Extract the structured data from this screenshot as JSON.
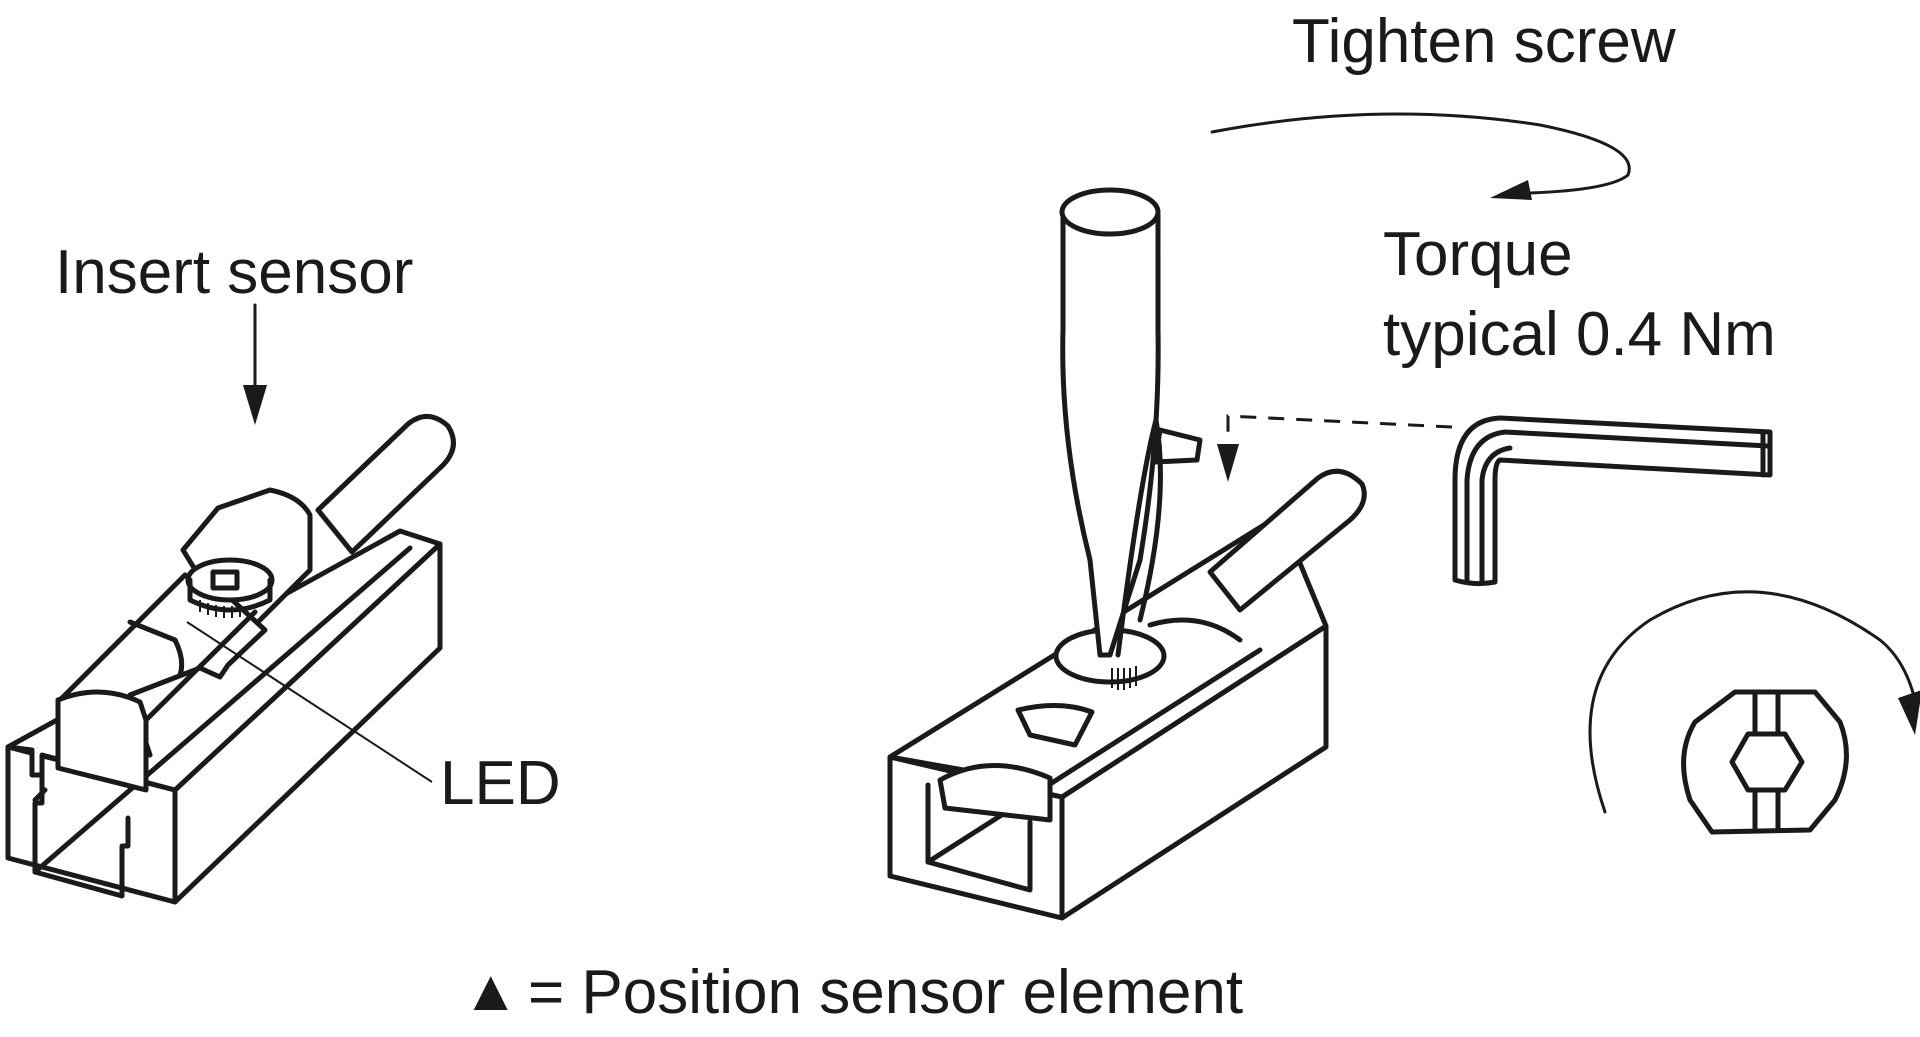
{
  "diagram": {
    "title": "Sensor installation instructions",
    "step1": {
      "label": "Insert sensor",
      "callout": "LED"
    },
    "step2": {
      "label": "Tighten screw",
      "torque_line1": "Torque",
      "torque_line2": "typical 0.4 Nm"
    },
    "legend": {
      "symbol": "▲",
      "text": "= Position sensor element"
    },
    "colors": {
      "ink": "#1a1a1a",
      "background": "#ffffff"
    }
  }
}
